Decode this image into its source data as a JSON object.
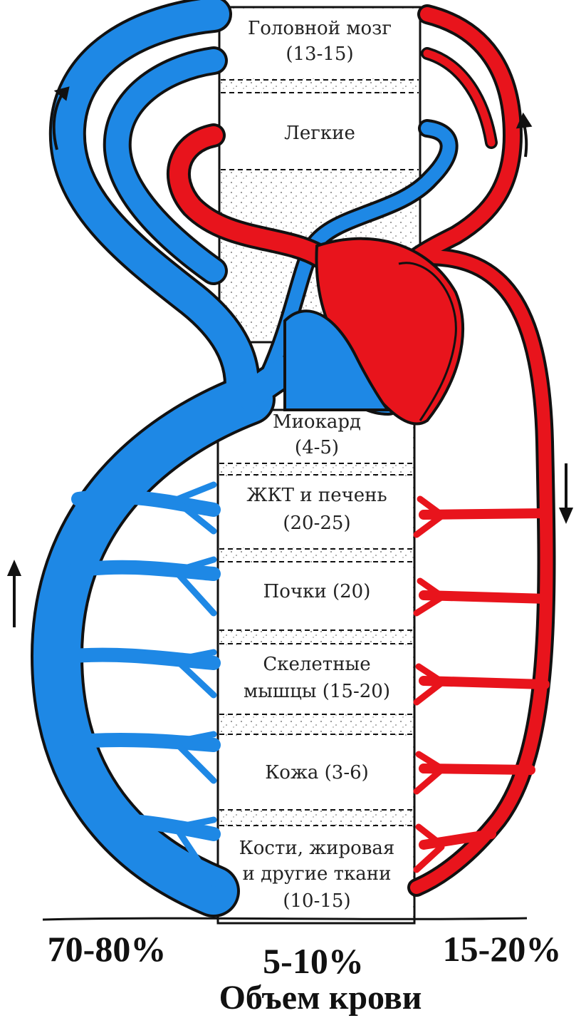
{
  "colors": {
    "venous": "#1e88e5",
    "arterial": "#e8141c",
    "outline": "#111111",
    "column_fill": "#ffffff"
  },
  "organs": [
    {
      "line1": "Головной мозг",
      "line2": "(13-15)",
      "line3": ""
    },
    {
      "line1": "Легкие",
      "line2": "",
      "line3": ""
    },
    {
      "line1": "Миокард",
      "line2": "(4-5)",
      "line3": ""
    },
    {
      "line1": "ЖКТ и печень",
      "line2": "(20-25)",
      "line3": ""
    },
    {
      "line1": "Почки (20)",
      "line2": "",
      "line3": ""
    },
    {
      "line1": "Скелетные",
      "line2": "мышцы (15-20)",
      "line3": ""
    },
    {
      "line1": "Кожа (3-6)",
      "line2": "",
      "line3": ""
    },
    {
      "line1": "Кости, жировая",
      "line2": "и другие ткани",
      "line3": "(10-15)"
    }
  ],
  "footer": {
    "venous_pct": "70-80%",
    "capillary_pct": "5-10%",
    "arterial_pct": "15-20%",
    "title": "Объем крови"
  }
}
